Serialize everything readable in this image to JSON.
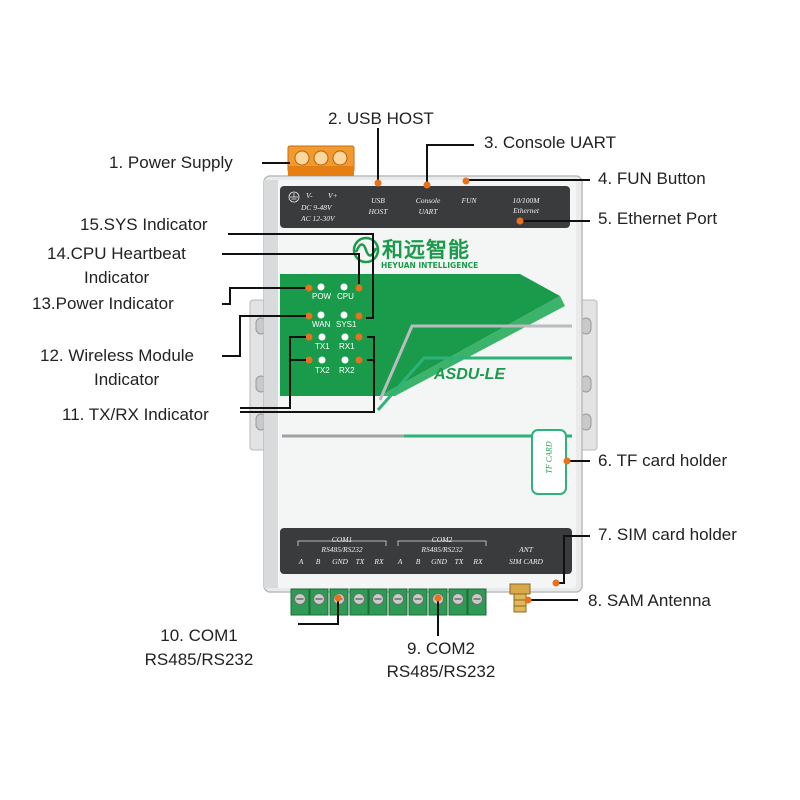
{
  "callouts": {
    "power_supply": "1. Power Supply",
    "usb_host": "2. USB HOST",
    "console_uart": "3. Console UART",
    "fun_button": "4. FUN Button",
    "ethernet_port": "5. Ethernet Port",
    "tf_card_holder": "6. TF card holder",
    "sim_card_holder": "7. SIM card holder",
    "sam_antenna": "8. SAM Antenna",
    "com2_line1": "9. COM2",
    "com2_line2": "RS485/RS232",
    "com1_line1": "10. COM1",
    "com1_line2": "RS485/RS232",
    "txrx_indicator": "11. TX/RX Indicator",
    "wireless_line1": "12. Wireless Module",
    "wireless_line2": "Indicator",
    "power_indicator": "13.Power Indicator",
    "cpu_line1": "14.CPU Heartbeat",
    "cpu_line2": "Indicator",
    "sys_indicator": "15.SYS Indicator"
  },
  "device": {
    "brand_cn": "和远智能",
    "brand_en": "HEYUAN INTELLIGENCE",
    "model": "ASDU-LE",
    "tf_card": "TF CARD",
    "top_panel": {
      "ground_v": "V-",
      "v_plus": "V+",
      "dc_row": "DC  9-48V",
      "ac_row": "AC  12-30V",
      "usb1": "USB",
      "usb2": "HOST",
      "console1": "Console",
      "console2": "UART",
      "fun": "FUN",
      "eth1": "10/100M",
      "eth2": "Ethernet"
    },
    "leds": {
      "pow": "POW",
      "cpu": "CPU",
      "wan": "WAN",
      "sys1": "SYS1",
      "tx1": "TX1",
      "rx1": "RX1",
      "tx2": "TX2",
      "rx2": "RX2"
    },
    "bottom_panel": {
      "com1": "COM1",
      "com1_mode": "RS485/RS232",
      "com2": "COM2",
      "com2_mode": "RS485/RS232",
      "pins": [
        "A",
        "B",
        "GND",
        "TX",
        "RX"
      ],
      "ant": "ANT",
      "sim_card": "SIM CARD"
    }
  },
  "colors": {
    "accent_orange": "#e8721c",
    "brand_green": "#1a9b4b",
    "panel_dark": "#3a3b3d",
    "terminal_green": "#2f9a55"
  }
}
